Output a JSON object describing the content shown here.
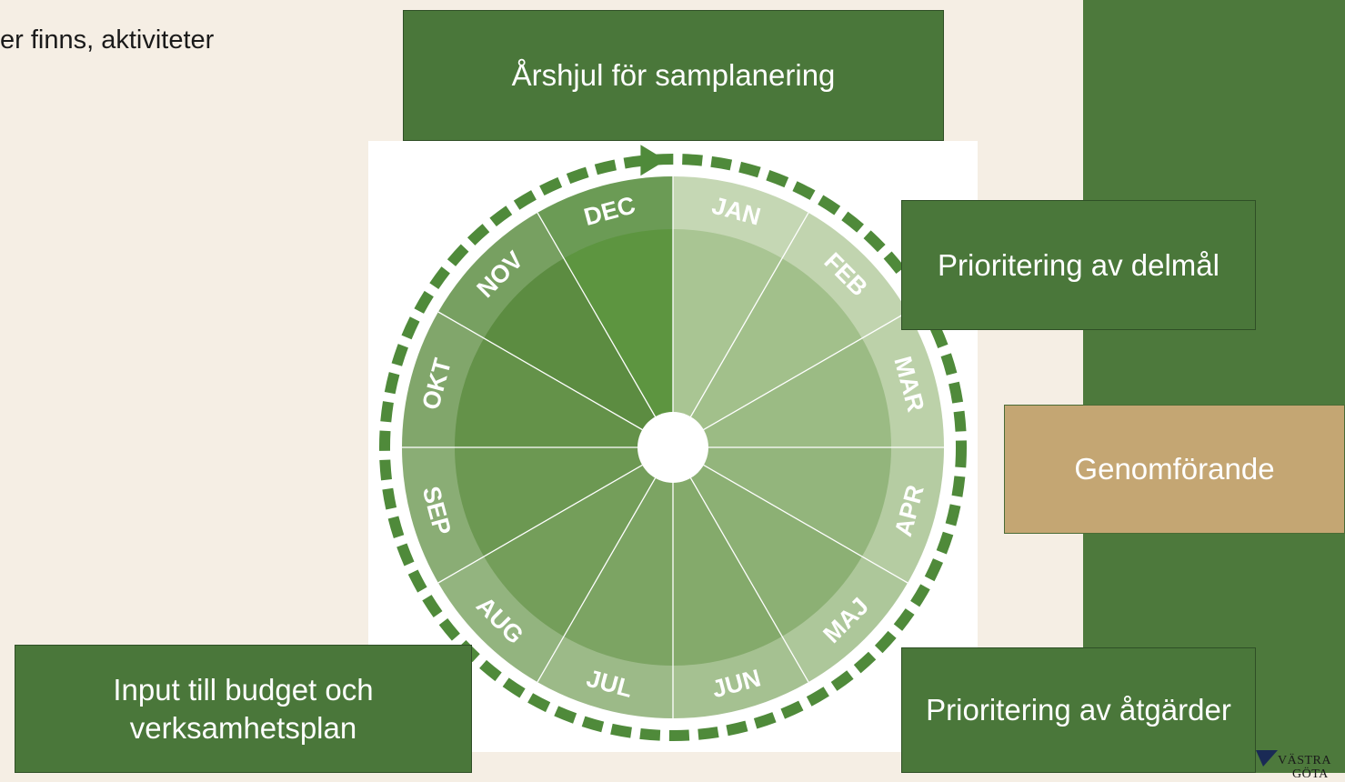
{
  "intro_text": "er finns, aktiviteter",
  "boxes": {
    "title": "Årshjul för samplanering",
    "prio_delmal": "Prioritering av delmål",
    "genomforande": "Genomförande",
    "prio_atgarder": "Prioritering av åtgärder",
    "input_budget": "Input till budget och verksamhetsplan"
  },
  "wheel": {
    "months": [
      "JAN",
      "FEB",
      "MAR",
      "APR",
      "MAJ",
      "JUN",
      "JUL",
      "AUG",
      "SEP",
      "OKT",
      "NOV",
      "DEC"
    ],
    "colors": {
      "outer_ring": [
        "#c5d7b4",
        "#c1d4af",
        "#bcd1a9",
        "#b5cca2",
        "#adc79a",
        "#a5c191",
        "#9cba88",
        "#93b47f",
        "#8aad75",
        "#81a66b",
        "#77a061",
        "#6b9b55"
      ],
      "inner_segment": [
        "#a9c593",
        "#a2c08b",
        "#9bbb84",
        "#93b57c",
        "#8cb074",
        "#84aa6b",
        "#7ca463",
        "#749e5a",
        "#6c9852",
        "#649249",
        "#5c8c41",
        "#5d9540"
      ],
      "ring_stroke": "#ffffff",
      "dash": "#4f8a3a",
      "hub": "#ffffff"
    }
  },
  "logo": {
    "line1": "VÄSTRA",
    "line2": "GÖTA"
  },
  "colors": {
    "panel": "#4d793c",
    "box": "#4a773a",
    "box_tan": "#c4a673",
    "page": "#f5eee4"
  }
}
